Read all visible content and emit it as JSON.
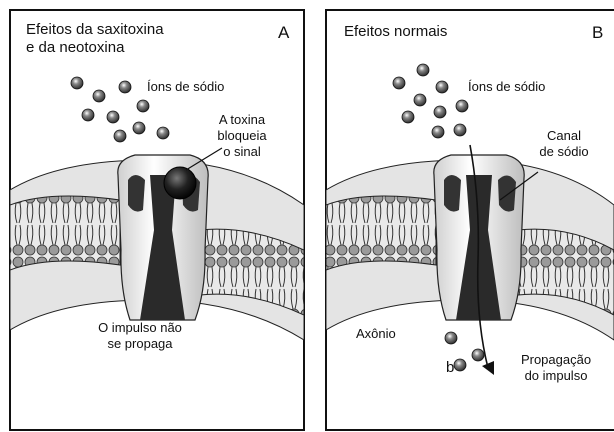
{
  "panels": {
    "a": {
      "title_line1": "Efeitos da saxitoxina",
      "title_line2": "e da neotoxina",
      "letter": "A",
      "ions_label": "Íons de sódio",
      "toxin_line1": "A toxina",
      "toxin_line2": "bloqueia",
      "toxin_line3": "o sinal",
      "impulse_line1": "O impulso não",
      "impulse_line2": "se propaga"
    },
    "b": {
      "title": "Efeitos normais",
      "letter": "B",
      "ions_label": "Íons de sódio",
      "channel_line1": "Canal",
      "channel_line2": "de sódio",
      "axon_label": "Axônio",
      "b_marker": "b",
      "propagation_line1": "Propagação",
      "propagation_line2": "do impulso"
    }
  },
  "colors": {
    "background": "#ffffff",
    "membrane_fill": "#d8d8d8",
    "channel_dark": "#2a2a2a",
    "channel_light": "#f2f2f2",
    "toxin": "#1a1a1a",
    "ion": "#3a3a3a"
  }
}
